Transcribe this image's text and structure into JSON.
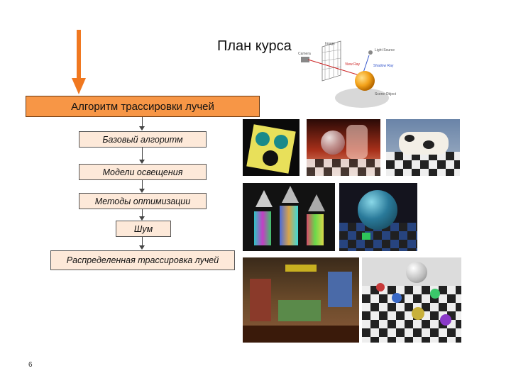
{
  "slide": {
    "title": "План курса",
    "page_number": "6"
  },
  "flowchart": {
    "main": "Алгоритм трассировки лучей",
    "steps": [
      "Базовый алгоритм",
      "Модели освещения",
      "Методы оптимизации",
      "Шум",
      "Распределенная трассировка лучей"
    ]
  },
  "raytrace_diagram": {
    "labels": [
      "Image",
      "Camera",
      "Light Source",
      "View Ray",
      "Shadow Ray",
      "Scene Object"
    ]
  },
  "colors": {
    "arrow": "#f07820",
    "main_box": "#f79646",
    "step_box": "#fde9d9"
  }
}
